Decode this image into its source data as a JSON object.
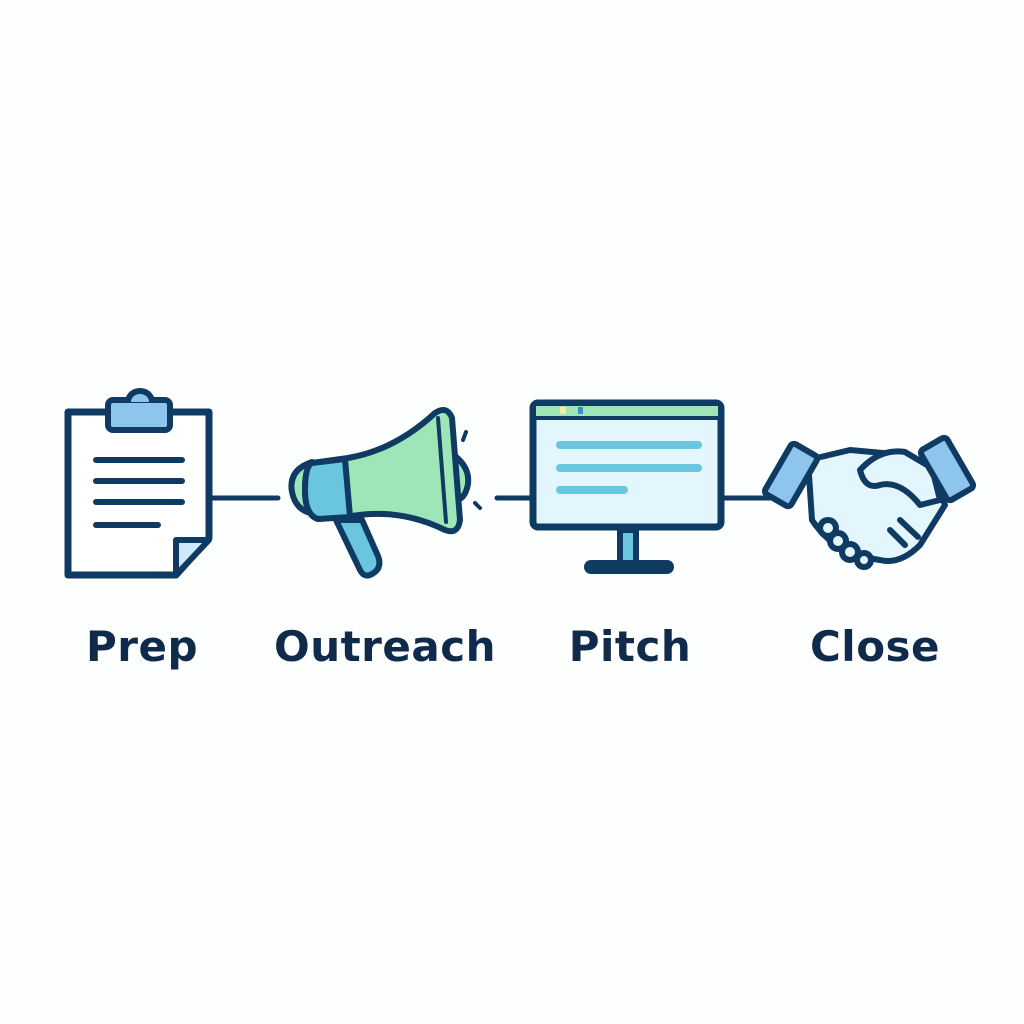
{
  "diagram": {
    "type": "process-flow",
    "direction": "left-to-right",
    "stages": [
      {
        "id": "prep",
        "label": "Prep",
        "icon": "clipboard-icon"
      },
      {
        "id": "outreach",
        "label": "Outreach",
        "icon": "megaphone-icon"
      },
      {
        "id": "pitch",
        "label": "Pitch",
        "icon": "monitor-icon"
      },
      {
        "id": "close",
        "label": "Close",
        "icon": "handshake-icon"
      }
    ],
    "connections": [
      {
        "from": "prep",
        "to": "outreach"
      },
      {
        "from": "outreach",
        "to": "pitch"
      },
      {
        "from": "pitch",
        "to": "close"
      }
    ]
  },
  "colors": {
    "outline": "#0f3b63",
    "label": "#0f2a4a",
    "light_blue": "#8ec5ec",
    "pale_blue": "#e3f6fd",
    "mint": "#9ee6b8",
    "teal": "#6ac6de",
    "background": "#fdfefe"
  }
}
